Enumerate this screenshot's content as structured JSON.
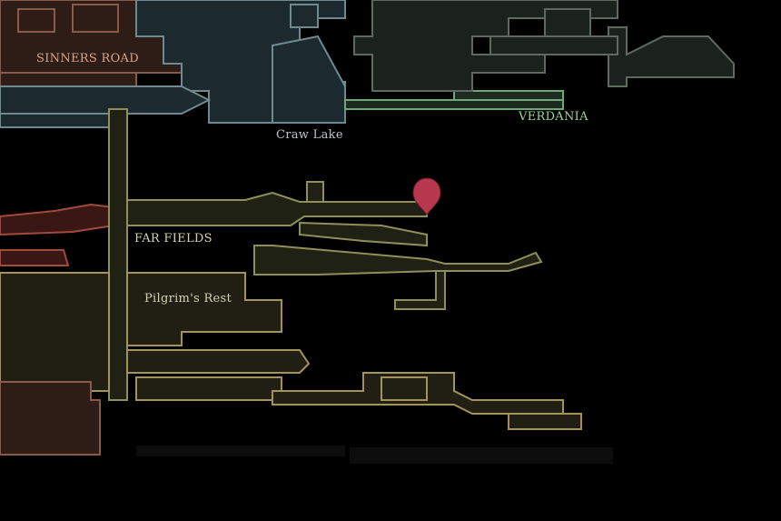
{
  "map": {
    "regions": [
      {
        "id": "sinners-road",
        "label": "SINNERS ROAD",
        "color": "#d9a587"
      },
      {
        "id": "craw-lake",
        "label": "Craw Lake",
        "color": "#b9c6c9"
      },
      {
        "id": "verdania",
        "label": "VERDANIA",
        "color": "#9fd39a"
      },
      {
        "id": "far-fields",
        "label": "FAR FIELDS",
        "color": "#d6d2b0"
      },
      {
        "id": "pilgrims-rest",
        "label": "Pilgrim's Rest",
        "color": "#d6d2b0"
      }
    ],
    "marker": {
      "name": "map-pin",
      "color": "#b8394f"
    },
    "colors": {
      "background": "#000000",
      "sinners_road_fill": "#2e1c16",
      "sinners_road_stroke": "#8a5a48",
      "craw_fill": "#1c2a30",
      "craw_stroke": "#6e8a90",
      "verdania_fill": "#1d2a1f",
      "verdania_stroke": "#6fa77a",
      "fields_fill": "#1e2114",
      "fields_stroke": "#8f8f5a",
      "pilgrim_fill": "#211f14",
      "pilgrim_stroke": "#a2925c",
      "red_zone_fill": "#3a1614",
      "red_zone_stroke": "#a24a3c"
    }
  }
}
